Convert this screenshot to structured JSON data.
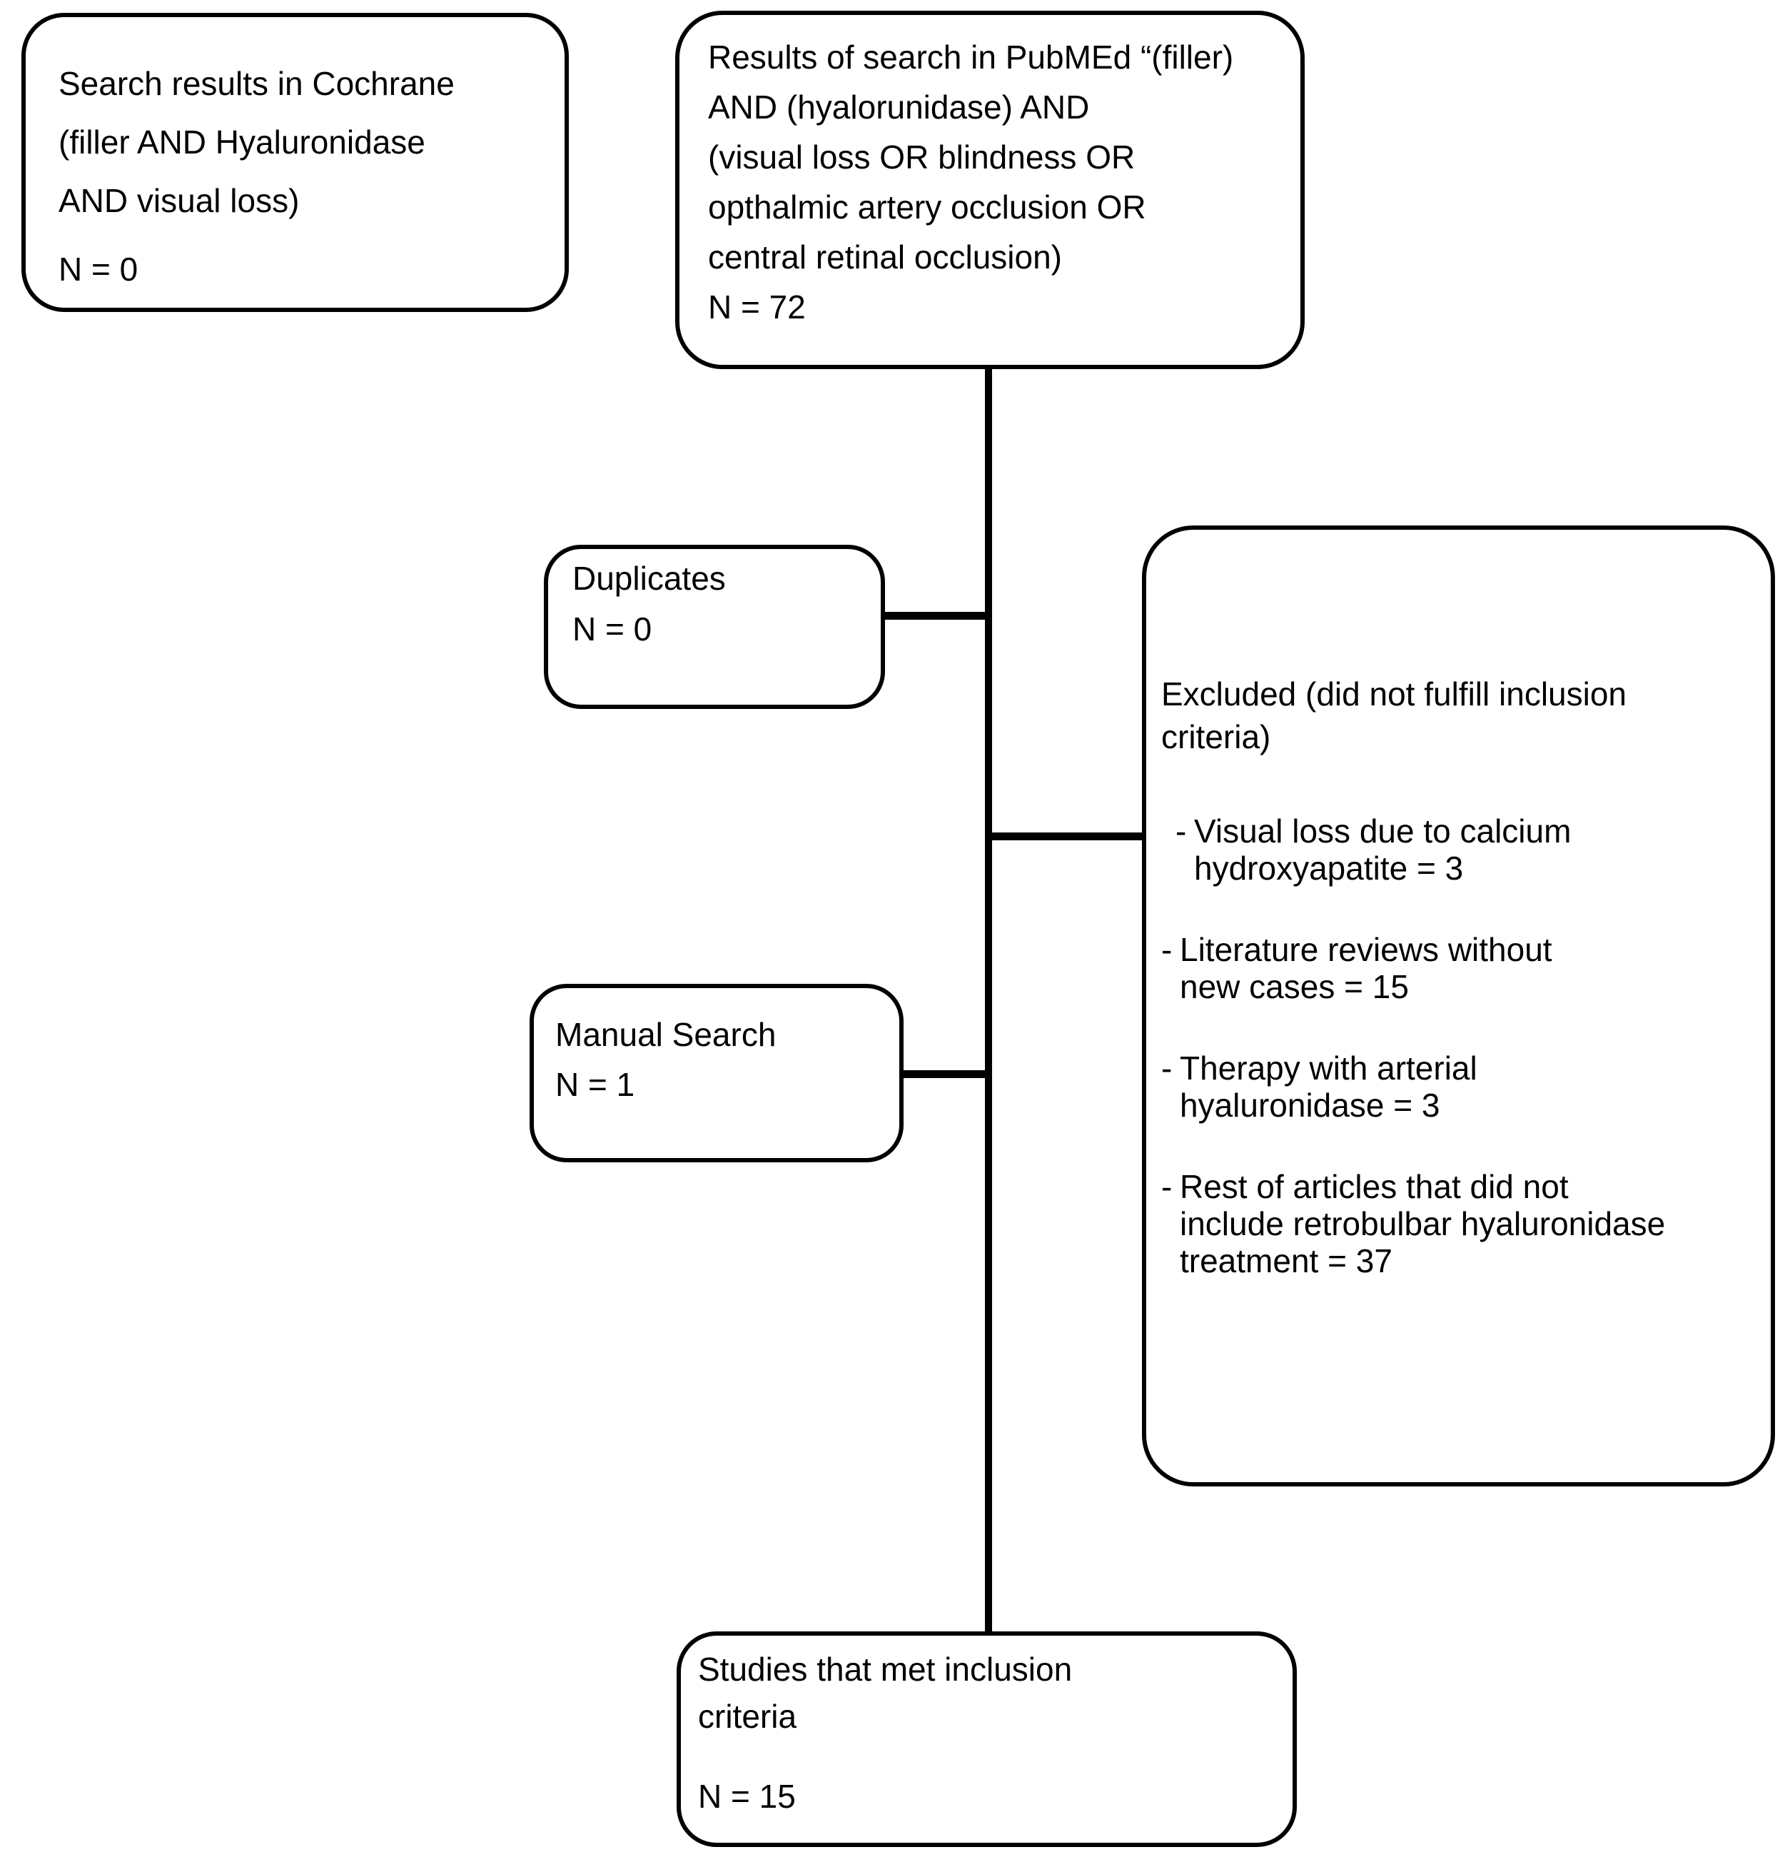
{
  "figure": {
    "background": "#ffffff",
    "line_color": "#000000"
  },
  "boxes": {
    "cochrane": {
      "query": "Search results in Cochrane\n(filler AND Hyaluronidase\nAND visual loss)",
      "count": "N = 0"
    },
    "pubmed": {
      "text": "Results of search in PubMEd “(filler)\nAND (hyalorunidase) AND\n(visual loss OR blindness OR\nopthalmic artery occlusion OR\ncentral retinal occlusion)\nN = 72"
    },
    "duplicates": {
      "text": "Duplicates\nN = 0"
    },
    "manual_search": {
      "text": "Manual Search\nN = 1"
    },
    "excluded": {
      "title": "Excluded (did not fulfill inclusion\ncriteria)",
      "items": [
        {
          "marker": "-",
          "text": "Visual loss due to calcium\nhydroxyapatite = 3"
        },
        {
          "marker": "-",
          "text": "Literature reviews without\nnew cases = 15"
        },
        {
          "marker": "-",
          "text": "Therapy with arterial\nhyaluronidase = 3"
        },
        {
          "marker": "-",
          "text": "Rest of articles that did not\ninclude retrobulbar hyaluronidase\ntreatment = 37"
        }
      ]
    },
    "studies": {
      "text": "Studies that met inclusion\ncriteria",
      "count": "N = 15"
    }
  }
}
